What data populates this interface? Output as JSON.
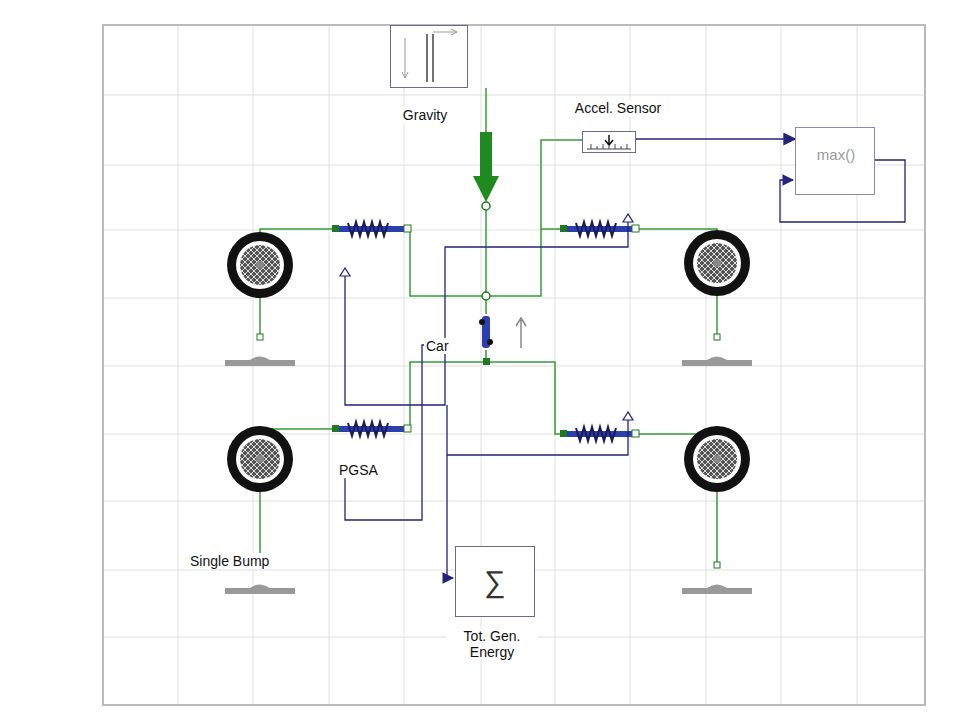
{
  "diagram": {
    "nodes": [
      {
        "text": [
          "Gravity"
        ]
      },
      {
        "text": [
          "Accel. Sensor"
        ]
      },
      {
        "text": [
          "max()"
        ]
      },
      {
        "text": [
          "∑",
          "Tot. Gen. Energy"
        ]
      }
    ],
    "edges": [
      {
        "from": 1,
        "to": 2,
        "arrow": "to"
      }
    ],
    "labels": [
      "Car",
      "PGSA",
      "Single Bump"
    ]
  }
}
